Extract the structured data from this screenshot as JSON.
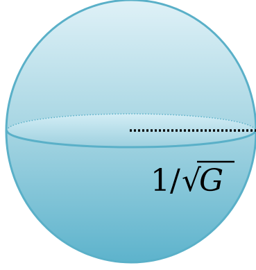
{
  "sphere": {
    "fill_top": "#dff1f7",
    "fill_mid": "#a8d6e3",
    "fill_bottom": "#5db3cc",
    "outline": "#5ab0c8"
  },
  "radius": {
    "label_numerator": "1/",
    "label_radical": "√",
    "label_variable": "G",
    "line_style": "dotted",
    "line_color": "#000000"
  }
}
